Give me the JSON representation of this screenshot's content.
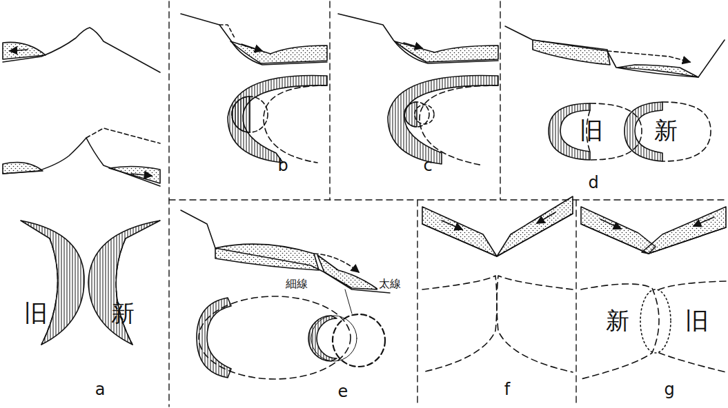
{
  "diagram": {
    "labels": [
      "旧",
      "新",
      "a",
      "b",
      "c",
      "旧",
      "新",
      "d",
      "細線",
      "太線",
      "e",
      "f",
      "新",
      "旧",
      "g"
    ]
  }
}
